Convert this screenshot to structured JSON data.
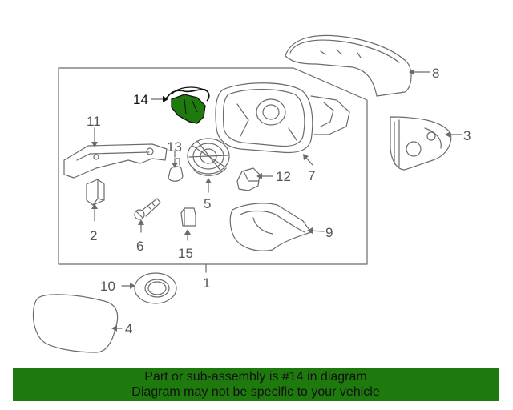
{
  "callouts": {
    "c1": "1",
    "c2": "2",
    "c3": "3",
    "c4": "4",
    "c5": "5",
    "c6": "6",
    "c7": "7",
    "c8": "8",
    "c9": "9",
    "c10": "10",
    "c11": "11",
    "c12": "12",
    "c13": "13",
    "c14": "14",
    "c15": "15"
  },
  "banner": {
    "line1": "Part or sub-assembly is #14 in diagram",
    "line2": "Diagram may not be specific to your vehicle"
  },
  "colors": {
    "highlight": "#1f7a0e",
    "line": "#6b6b6b",
    "banner": "#1f7a0e"
  },
  "highlighted_part": "14"
}
